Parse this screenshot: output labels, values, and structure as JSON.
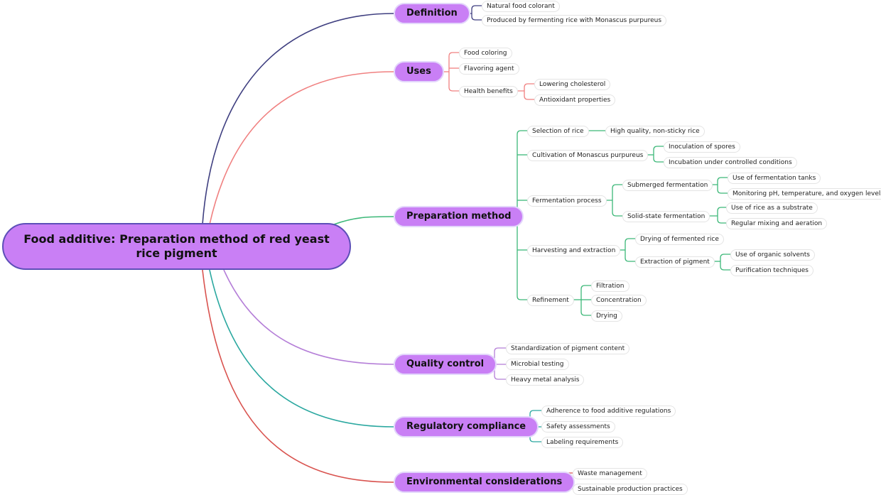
{
  "root": {
    "label": "Food additive: Preparation method of red yeast rice pigment"
  },
  "branches": {
    "definition": {
      "label": "Definition",
      "color": "#3f3f80",
      "items": [
        "Natural food colorant",
        "Produced by fermenting rice with Monascus purpureus"
      ]
    },
    "uses": {
      "label": "Uses",
      "color": "#f08080",
      "items": [
        "Food coloring",
        "Flavoring agent",
        "Health benefits"
      ],
      "health_benefits": [
        "Lowering cholesterol",
        "Antioxidant properties"
      ]
    },
    "preparation": {
      "label": "Preparation method",
      "color": "#3cb878",
      "selection": {
        "label": "Selection of rice",
        "children": [
          "High quality, non-sticky rice"
        ]
      },
      "cultivation": {
        "label": "Cultivation of Monascus purpureus",
        "children": [
          "Inoculation of spores",
          "Incubation under controlled conditions"
        ]
      },
      "fermentation": {
        "label": "Fermentation process",
        "submerged": {
          "label": "Submerged fermentation",
          "children": [
            "Use of fermentation tanks",
            "Monitoring pH, temperature, and oxygen levels"
          ]
        },
        "solid_state": {
          "label": "Solid-state fermentation",
          "children": [
            "Use of rice as a substrate",
            "Regular mixing and aeration"
          ]
        }
      },
      "harvesting": {
        "label": "Harvesting and extraction",
        "drying": "Drying of fermented rice",
        "extraction": {
          "label": "Extraction of pigment",
          "children": [
            "Use of organic solvents",
            "Purification techniques"
          ]
        }
      },
      "refinement": {
        "label": "Refinement",
        "children": [
          "Filtration",
          "Concentration",
          "Drying"
        ]
      }
    },
    "quality": {
      "label": "Quality control",
      "color": "#b57fd8",
      "items": [
        "Standardization of pigment content",
        "Microbial testing",
        "Heavy metal analysis"
      ]
    },
    "regulatory": {
      "label": "Regulatory compliance",
      "color": "#2ba8a0",
      "items": [
        "Adherence to food additive regulations",
        "Safety assessments",
        "Labeling requirements"
      ]
    },
    "environmental": {
      "label": "Environmental considerations",
      "color": "#d9534f",
      "items": [
        "Waste management",
        "Sustainable production practices"
      ]
    }
  }
}
